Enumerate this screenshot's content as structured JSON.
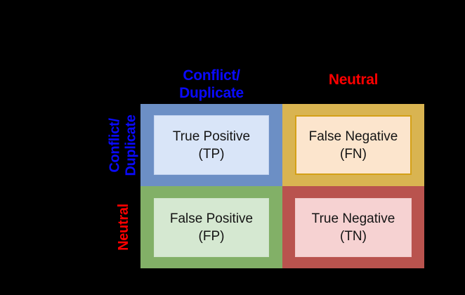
{
  "diagram": {
    "type": "confusion-matrix",
    "column_headers": [
      {
        "id": "positive",
        "label": "Conflict/\nDuplicate",
        "color": "#0a0aff"
      },
      {
        "id": "negative",
        "label": "Neutral",
        "color": "#ff0000"
      }
    ],
    "row_headers": [
      {
        "id": "positive",
        "label": "Conflict/\nDuplicate",
        "color": "#0a0aff"
      },
      {
        "id": "negative",
        "label": "Neutral",
        "color": "#ff0000"
      }
    ],
    "cells": [
      {
        "id": "tp",
        "label": "True Positive\n(TP)",
        "outer_color": "#6c8fc5",
        "inner_color": "#d9e5f8"
      },
      {
        "id": "fn",
        "label": "False Negative\n(FN)",
        "outer_color": "#d9b451",
        "inner_color": "#fce5cd"
      },
      {
        "id": "fp",
        "label": "False Positive\n(FP)",
        "outer_color": "#82b067",
        "inner_color": "#d5e8d1"
      },
      {
        "id": "tn",
        "label": "True Negative\n(TN)",
        "outer_color": "#b9534e",
        "inner_color": "#f6d2d2"
      }
    ]
  }
}
